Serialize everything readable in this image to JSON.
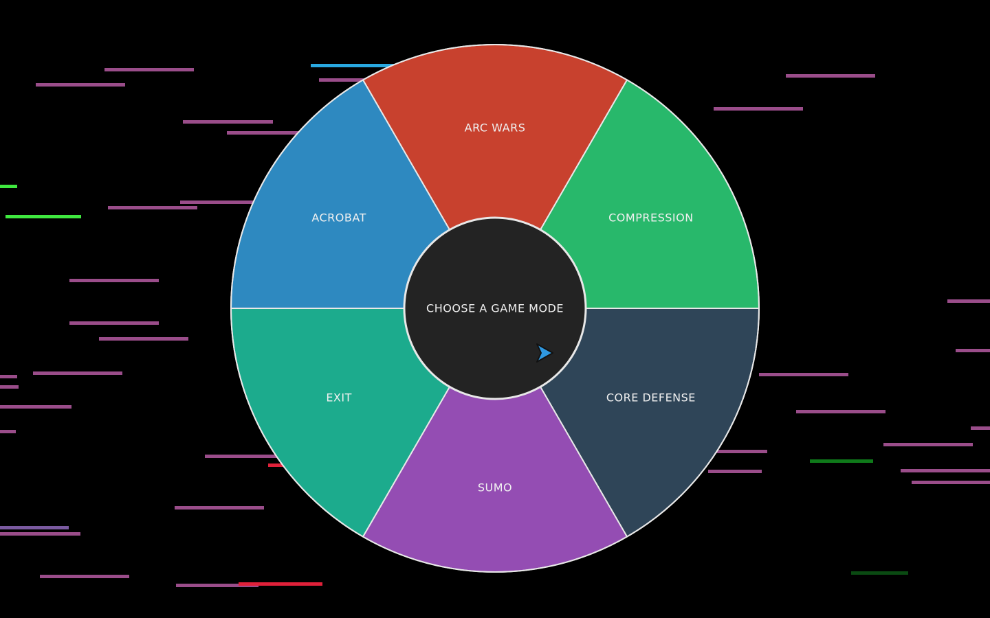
{
  "menu": {
    "center_label": "CHOOSE A GAME MODE",
    "segments": [
      {
        "id": "arc-wars",
        "label": "ARC WARS",
        "color": "#c8412e"
      },
      {
        "id": "compression",
        "label": "COMPRESSION",
        "color": "#28b86b"
      },
      {
        "id": "core-defense",
        "label": "CORE DEFENSE",
        "color": "#2f4558"
      },
      {
        "id": "sumo",
        "label": "SUMO",
        "color": "#944db3"
      },
      {
        "id": "exit",
        "label": "EXIT",
        "color": "#1cab8d"
      },
      {
        "id": "acrobat",
        "label": "ACROBAT",
        "color": "#2e89c0"
      }
    ],
    "center_color": "#232323",
    "outline_color": "#e8e8e8"
  },
  "cursor": {
    "icon": "pointer-arrow-icon",
    "color": "#2f98e0"
  },
  "background": {
    "color": "#000000",
    "streak_colors": [
      "#9a4d8a",
      "#29a8e0",
      "#3fe83f",
      "#e0213a",
      "#0f7a1a",
      "#0a4a12",
      "#7a5aa0"
    ]
  }
}
